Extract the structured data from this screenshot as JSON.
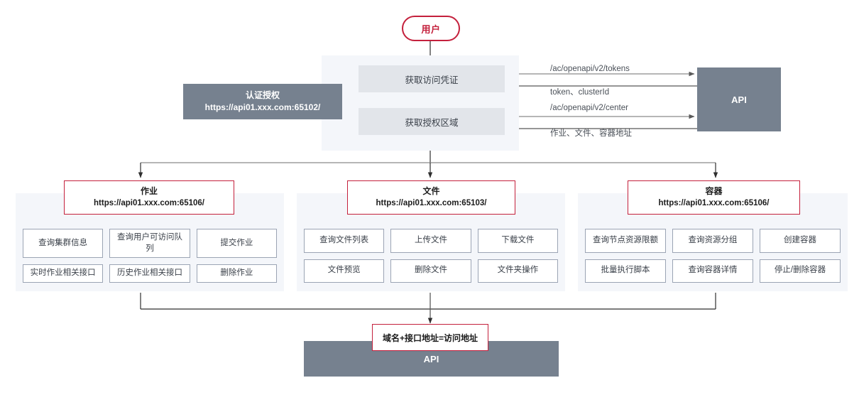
{
  "user": {
    "label": "用户"
  },
  "auth": {
    "panel_steps": [
      {
        "label": "获取访问凭证"
      },
      {
        "label": "获取授权区域"
      }
    ],
    "service_box": {
      "title": "认证授权",
      "url": "https://api01.xxx.com:65102/"
    },
    "api_node": {
      "label": "API"
    },
    "messages": [
      {
        "text": "/ac/openapi/v2/tokens",
        "direction": "request"
      },
      {
        "text": "token、clusterId",
        "direction": "response"
      },
      {
        "text": "/ac/openapi/v2/center",
        "direction": "request"
      },
      {
        "text": "作业、文件、容器地址",
        "direction": "response"
      }
    ]
  },
  "groups": [
    {
      "title": "作业",
      "url": "https://api01.xxx.com:65106/",
      "apis": [
        "查询集群信息",
        "查询用户可访问队列",
        "提交作业",
        "实时作业相关接口",
        "历史作业相关接口",
        "删除作业"
      ]
    },
    {
      "title": "文件",
      "url": "https://api01.xxx.com:65103/",
      "apis": [
        "查询文件列表",
        "上传文件",
        "下载文件",
        "文件预览",
        "删除文件",
        "文件夹操作"
      ]
    },
    {
      "title": "容器",
      "url": "https://api01.xxx.com:65106/",
      "apis": [
        "查询节点资源限额",
        "查询资源分组",
        "创建容器",
        "批量执行脚本",
        "查询容器详情",
        "停止/删除容器"
      ]
    }
  ],
  "summary": {
    "label": "域名+接口地址=访问地址"
  },
  "bottom_api": {
    "label": "API"
  },
  "colors": {
    "accent_red": "#C4203C",
    "slate": "#76818F",
    "panel_bg": "#F4F6FA",
    "step_bg": "#E2E5EA",
    "cell_border": "#9BA4B4",
    "wire": "#3C3C3C",
    "wire_light": "#8A8A8A"
  }
}
